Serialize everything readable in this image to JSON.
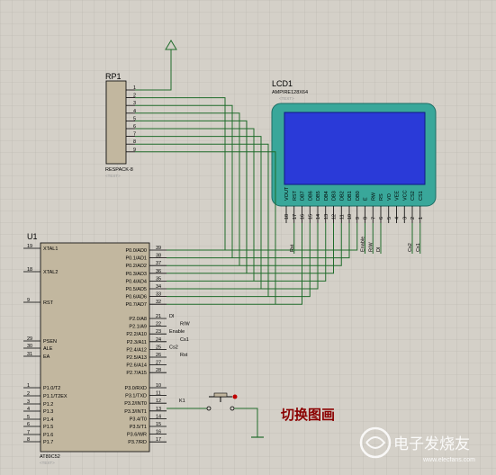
{
  "colors": {
    "background": "#d4d0c8",
    "grid": "#b8b4ac",
    "wire": "#1f6b2a",
    "component_body": "#c2b79f",
    "lcd_bezel": "#39a79a",
    "lcd_screen": "#2a3ad8",
    "annotation": "#8b0000"
  },
  "rp1": {
    "ref": "RP1",
    "part": "RESPACK-8",
    "text_placeholder": "<TEXT>",
    "pin_numbers": [
      "1",
      "2",
      "3",
      "4",
      "5",
      "6",
      "7",
      "8",
      "9"
    ]
  },
  "lcd1": {
    "ref": "LCD1",
    "part": "AMPIRE128X64",
    "text_placeholder": "<TEXT>",
    "pin_names": [
      "VOUT",
      "RST",
      "DB7",
      "DB6",
      "DB5",
      "DB4",
      "DB3",
      "DB2",
      "DB1",
      "DB0",
      "E",
      "RW",
      "RS",
      "VO",
      "VEE",
      "VCC",
      "CS2",
      "CS1"
    ],
    "pin_numbers": [
      "18",
      "17",
      "16",
      "15",
      "14",
      "13",
      "12",
      "11",
      "10",
      "9",
      "8",
      "7",
      "6",
      "5",
      "4",
      "3",
      "2",
      "1"
    ],
    "net_labels": {
      "rst": "Rst",
      "enable": "Enable",
      "rw": "R/W",
      "di": "DI",
      "cs2": "Cs2",
      "cs1": "Cs1"
    }
  },
  "u1": {
    "ref": "U1",
    "part": "AT89C52",
    "text_placeholder": "<TEXT>",
    "left_pins": [
      {
        "name": "XTAL1",
        "num": "19"
      },
      {
        "name": "XTAL2",
        "num": "18"
      },
      {
        "name": "RST",
        "num": "9"
      },
      {
        "name": "PSEN",
        "num": "29"
      },
      {
        "name": "ALE",
        "num": "30"
      },
      {
        "name": "EA",
        "num": "31"
      },
      {
        "name": "P1.0/T2",
        "num": "1"
      },
      {
        "name": "P1.1/T2EX",
        "num": "2"
      },
      {
        "name": "P1.2",
        "num": "3"
      },
      {
        "name": "P1.3",
        "num": "4"
      },
      {
        "name": "P1.4",
        "num": "5"
      },
      {
        "name": "P1.5",
        "num": "6"
      },
      {
        "name": "P1.6",
        "num": "7"
      },
      {
        "name": "P1.7",
        "num": "8"
      }
    ],
    "right_pins": [
      {
        "name": "P0.0/AD0",
        "num": "39"
      },
      {
        "name": "P0.1/AD1",
        "num": "38"
      },
      {
        "name": "P0.2/AD2",
        "num": "37"
      },
      {
        "name": "P0.3/AD3",
        "num": "36"
      },
      {
        "name": "P0.4/AD4",
        "num": "35"
      },
      {
        "name": "P0.5/AD5",
        "num": "34"
      },
      {
        "name": "P0.6/AD6",
        "num": "33"
      },
      {
        "name": "P0.7/AD7",
        "num": "32"
      },
      {
        "name": "P2.0/A8",
        "num": "21"
      },
      {
        "name": "P2.1/A9",
        "num": "22"
      },
      {
        "name": "P2.2/A10",
        "num": "23"
      },
      {
        "name": "P2.3/A11",
        "num": "24"
      },
      {
        "name": "P2.4/A12",
        "num": "25"
      },
      {
        "name": "P2.5/A13",
        "num": "26"
      },
      {
        "name": "P2.6/A14",
        "num": "27"
      },
      {
        "name": "P2.7/A15",
        "num": "28"
      },
      {
        "name": "P3.0/RXD",
        "num": "10"
      },
      {
        "name": "P3.1/TXD",
        "num": "11"
      },
      {
        "name": "P3.2/INT0",
        "num": "12"
      },
      {
        "name": "P3.3/INT1",
        "num": "13"
      },
      {
        "name": "P3.4/T0",
        "num": "14"
      },
      {
        "name": "P3.5/T1",
        "num": "15"
      },
      {
        "name": "P3.6/WR",
        "num": "16"
      },
      {
        "name": "P3.7/RD",
        "num": "17"
      }
    ],
    "p2_net_labels": [
      "DI",
      "R/W",
      "Enable",
      "Cs1",
      "Cs2",
      "Rst"
    ]
  },
  "switch": {
    "ref": "K1"
  },
  "annotation": "切换图画",
  "watermark": {
    "text": "电子发烧友",
    "url": "www.elecfans.com"
  }
}
